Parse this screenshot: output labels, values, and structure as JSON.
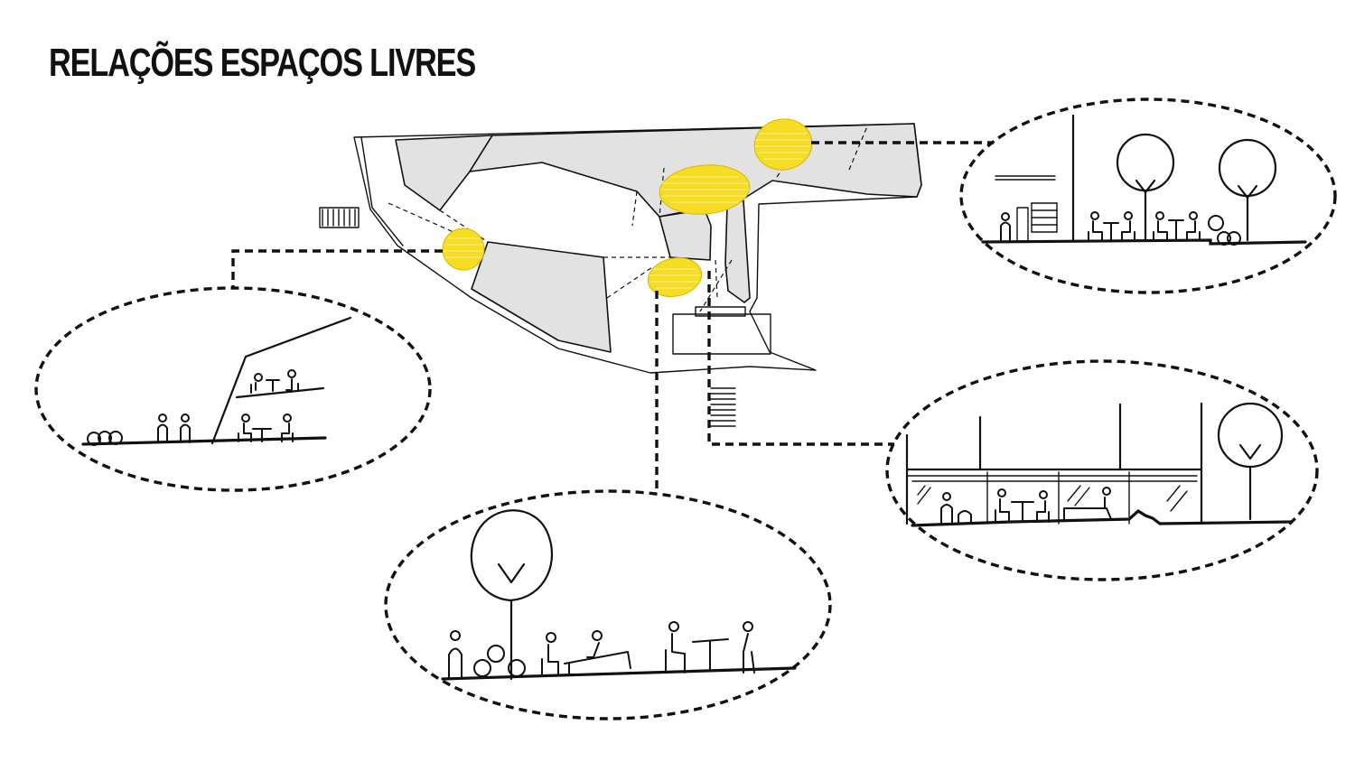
{
  "title": "RELAÇÕES ESPAÇOS LIVRES",
  "colors": {
    "highlight": "#f7dc24",
    "building_fill": "#e2e2e2",
    "ink": "#111111",
    "background": "#ffffff"
  },
  "site_plan": {
    "highlighted_spaces": 4,
    "callout_sections": 4
  }
}
